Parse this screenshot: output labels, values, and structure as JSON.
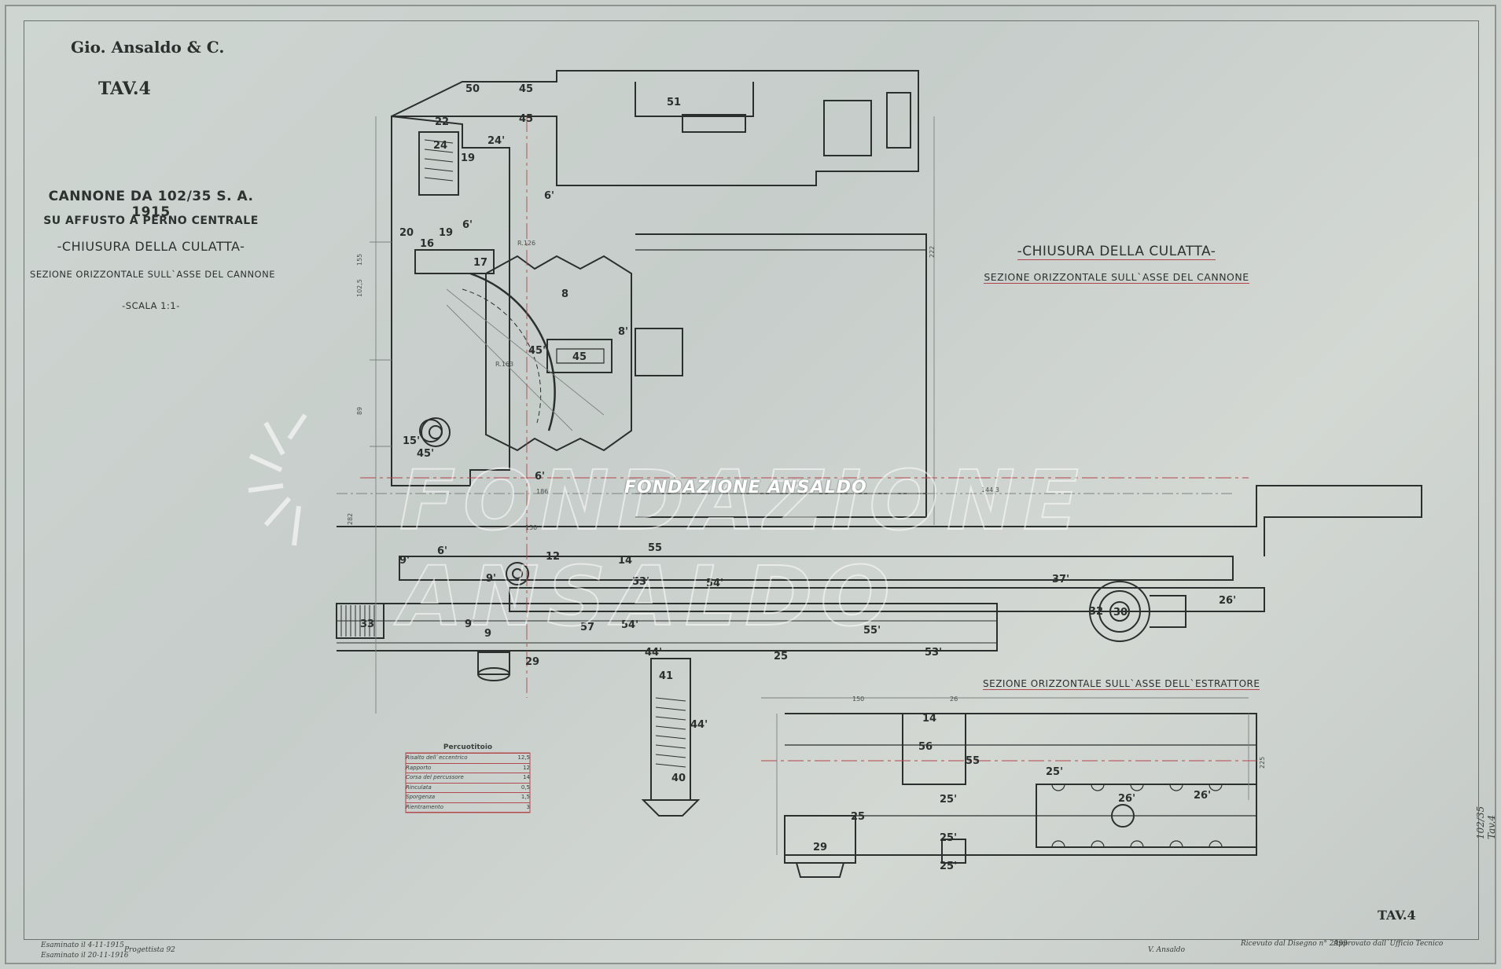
{
  "sheet": {
    "company": "Gio. Ansaldo & C.",
    "plate_top": "TAV.4",
    "plate_bottom": "TAV.4"
  },
  "title_block": {
    "line1": "CANNONE DA 102/35 S. A. 1915",
    "line2": "SU AFFUSTO A PERNO CENTRALE",
    "line3": "-CHIUSURA DELLA CULATTA-",
    "line4": "SEZIONE ORIZZONTALE SULL`ASSE DEL CANNONE",
    "scale": "-SCALA 1:1-"
  },
  "right_block": {
    "line1": "-CHIUSURA DELLA CULATTA-",
    "line2": "SEZIONE ORIZZONTALE SULL`ASSE DEL CANNONE"
  },
  "section_label": "SEZIONE ORIZZONTALE SULL`ASSE DELL`ESTRATTORE",
  "watermark": "FONDAZIONE ANSALDO",
  "percussion_table": {
    "title": "Percuotitoio",
    "rows": [
      {
        "label": "Risalto dell`eccentrico",
        "value": "12,5"
      },
      {
        "label": "Rapporto",
        "value": "12"
      },
      {
        "label": "Corsa del percussore",
        "value": "14"
      },
      {
        "label": "Rinculata",
        "value": "0,5"
      },
      {
        "label": "Sporgenza",
        "value": "1,5"
      },
      {
        "label": "Rientramento",
        "value": "3"
      }
    ]
  },
  "part_labels": {
    "p50": "50",
    "p45a": "45",
    "p45b": "45",
    "p51": "51",
    "p22": "22",
    "p24": "24",
    "p24b": "24'",
    "p19a": "19",
    "p6a": "6'",
    "p20": "20",
    "p19b": "19",
    "p16": "16",
    "p17": "17",
    "p6b": "6'",
    "p8": "8",
    "p8b": "8'",
    "p45c": "45'",
    "p45d": "45",
    "p15a": "15'",
    "p45e": "45'",
    "p6c": "6'",
    "p9a": "9'",
    "p6d": "6'",
    "p12": "12",
    "p14": "14",
    "p55": "55",
    "p9b": "9'",
    "p53": "53'",
    "p54": "54'",
    "p33": "33",
    "p9c": "9'",
    "p9d": "9",
    "p57": "57",
    "p54b": "54'",
    "p44": "44'",
    "p29": "29",
    "p25": "25",
    "p55b": "55'",
    "p53b": "53'",
    "p37": "37'",
    "p32": "32",
    "p30": "30",
    "p26": "26'",
    "p41": "41",
    "p44b": "44'",
    "p40": "40",
    "s14": "14",
    "s56": "56",
    "s55": "55",
    "s25a": "25'",
    "s25b": "25'",
    "s26b": "26'",
    "s26": "26'",
    "s25c": "25'",
    "s25d": "25'",
    "s29": "29",
    "s25e": "25"
  },
  "dimensions": {
    "d155": "155",
    "d102": "102,5",
    "d89": "89",
    "d222": "222",
    "d282": "282",
    "d126": "R.126",
    "d163": "R.163",
    "d150": "150",
    "d186": "186",
    "d1443": "144,3",
    "d150b": "150",
    "d26": "26",
    "d225": "225"
  },
  "signatures": {
    "s1": "Esaminato il 4-11-1915",
    "s2": "Esaminato il 20-11-1916",
    "s3": "Progettista 92",
    "s4": "V. Ansaldo",
    "s5": "Ricevuto dal Disegno n° 2999",
    "s6": "Approvato dall`Ufficio Tecnico",
    "s7": "102/35 Tav.4"
  },
  "colors": {
    "paper": "#cdd4d0",
    "ink": "#2b2f2e",
    "red_line": "#b3454a",
    "faint_ink": "#7c8280"
  }
}
